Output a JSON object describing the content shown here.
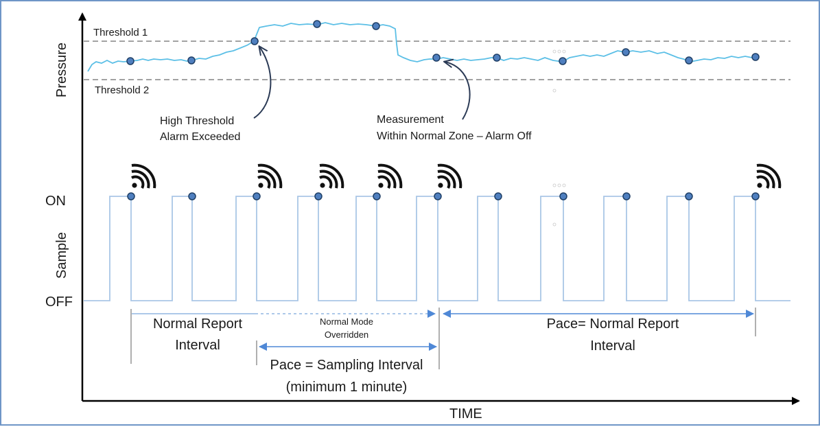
{
  "axes": {
    "y_pressure": "Pressure",
    "y_sample": "Sample",
    "x_time": "TIME",
    "on_label": "ON",
    "off_label": "OFF"
  },
  "thresholds": {
    "threshold1": "Threshold 1",
    "threshold2": "Threshold 2"
  },
  "annotations": {
    "high_alarm_line1": "High Threshold",
    "high_alarm_line2": "Alarm Exceeded",
    "normal_zone_line1": "Measurement",
    "normal_zone_line2": "Within Normal Zone – Alarm Off"
  },
  "intervals": {
    "normal_report_line1": "Normal Report",
    "normal_report_line2": "Interval",
    "overridden_line1": "Normal Mode",
    "overridden_line2": "Overridden",
    "pace_sampling_line1": "Pace = Sampling Interval",
    "pace_sampling_line2": "(minimum 1 minute)",
    "pace_normal_line1": "Pace= Normal Report",
    "pace_normal_line2": "Interval"
  },
  "colors": {
    "pressure_line": "#5bbfe6",
    "pulse_line": "#a9c6e6",
    "marker_fill": "#4f7fbf",
    "marker_stroke": "#1f3f66",
    "threshold_line": "#6a6a6a",
    "interval_arrow": "#4f88d6",
    "annotation_arrow": "#2b3a55"
  },
  "icons": {
    "transmit": "wifi-signal-icon"
  }
}
